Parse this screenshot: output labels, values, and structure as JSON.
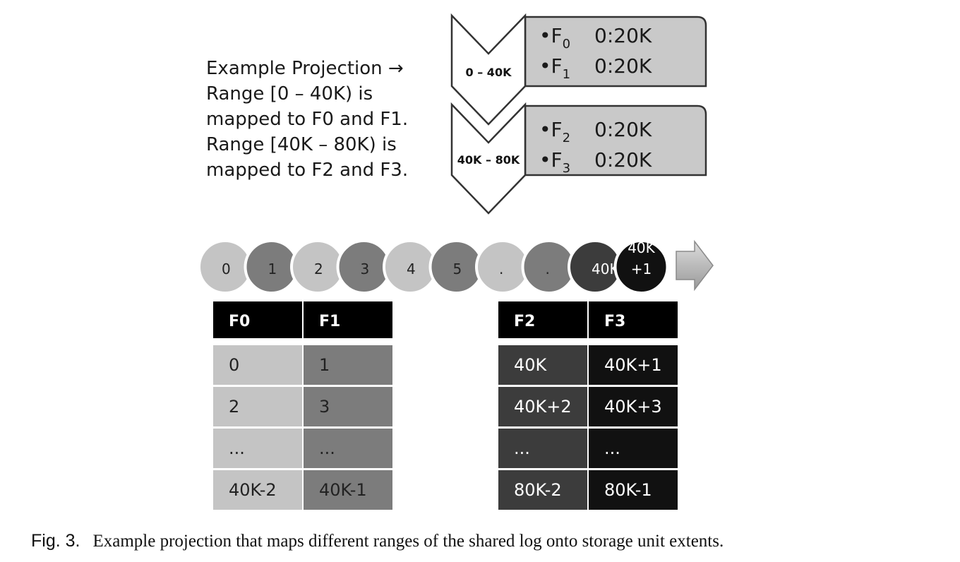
{
  "explanation": [
    "Example Projection →",
    "Range [0 – 40K) is",
    "mapped to F0 and F1.",
    "Range [40K – 80K) is",
    "mapped to F2 and F3."
  ],
  "projection": [
    {
      "range": "0 – 40K",
      "entries": [
        {
          "bullet": "•F",
          "sub": "0",
          "extent": "0:20K"
        },
        {
          "bullet": "•F",
          "sub": "1",
          "extent": "0:20K"
        }
      ]
    },
    {
      "range": "40K – 80K",
      "entries": [
        {
          "bullet": "•F",
          "sub": "2",
          "extent": "0:20K"
        },
        {
          "bullet": "•F",
          "sub": "3",
          "extent": "0:20K"
        }
      ]
    }
  ],
  "log_positions": [
    {
      "label": "0",
      "fill": "#c4c4c4",
      "text_color": "#222222"
    },
    {
      "label": "1",
      "fill": "#7c7c7c",
      "text_color": "#222222"
    },
    {
      "label": "2",
      "fill": "#c4c4c4",
      "text_color": "#222222"
    },
    {
      "label": "3",
      "fill": "#7c7c7c",
      "text_color": "#222222"
    },
    {
      "label": "4",
      "fill": "#c4c4c4",
      "text_color": "#222222"
    },
    {
      "label": "5",
      "fill": "#7c7c7c",
      "text_color": "#222222"
    },
    {
      "label": ".",
      "fill": "#c4c4c4",
      "text_color": "#222222"
    },
    {
      "label": ".",
      "fill": "#7c7c7c",
      "text_color": "#222222"
    },
    {
      "label": "40K",
      "fill": "#3c3c3c",
      "text_color": "#ffffff"
    },
    {
      "label": "40K\n+1",
      "fill": "#111111",
      "text_color": "#ffffff"
    }
  ],
  "tables": [
    {
      "headers": [
        "F0",
        "F1"
      ],
      "rows": [
        [
          "0",
          "1"
        ],
        [
          "2",
          "3"
        ],
        [
          "...",
          "..."
        ],
        [
          "40K-2",
          "40K-1"
        ]
      ],
      "col_fills": [
        "#c4c4c4",
        "#7c7c7c"
      ],
      "text_color": "#222222"
    },
    {
      "headers": [
        "F2",
        "F3"
      ],
      "rows": [
        [
          "40K",
          "40K+1"
        ],
        [
          "40K+2",
          "40K+3"
        ],
        [
          "...",
          "..."
        ],
        [
          "80K-2",
          "80K-1"
        ]
      ],
      "col_fills": [
        "#3c3c3c",
        "#111111"
      ],
      "text_color": "#ffffff"
    }
  ],
  "caption": {
    "label": "Fig. 3.",
    "text": "Example projection that maps different ranges of the shared log onto storage unit extents."
  }
}
